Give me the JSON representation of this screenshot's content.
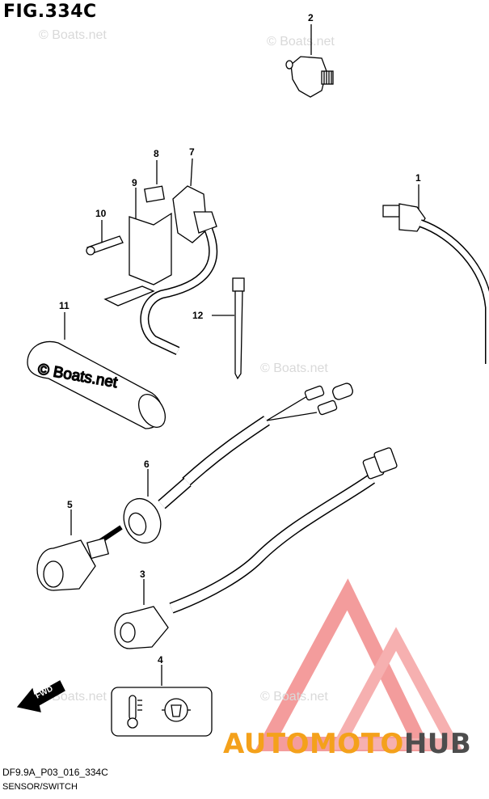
{
  "figure": {
    "title": "FIG.334C",
    "code": "DF9.9A_P03_016_334C",
    "caption": "SENSOR/SWITCH"
  },
  "callouts": [
    {
      "id": "1",
      "label": "1"
    },
    {
      "id": "2",
      "label": "2"
    },
    {
      "id": "3",
      "label": "3"
    },
    {
      "id": "4",
      "label": "4"
    },
    {
      "id": "5",
      "label": "5"
    },
    {
      "id": "6",
      "label": "6"
    },
    {
      "id": "7",
      "label": "7"
    },
    {
      "id": "8",
      "label": "8"
    },
    {
      "id": "9",
      "label": "9"
    },
    {
      "id": "10",
      "label": "10"
    },
    {
      "id": "11",
      "label": "11"
    },
    {
      "id": "12",
      "label": "12"
    }
  ],
  "watermark": {
    "text": "© Boats.net",
    "sleeve_text": "© Boats.net"
  },
  "direction": {
    "label": "FWD"
  },
  "brand": {
    "part1": "AUTOMOTO",
    "part2": "HUB",
    "color_primary": "#f4a11b",
    "color_secondary": "#e85a4f",
    "color_dark": "#4d4d4d"
  },
  "icons": {
    "decal": [
      "thermometer-icon",
      "oil-can-icon"
    ]
  }
}
